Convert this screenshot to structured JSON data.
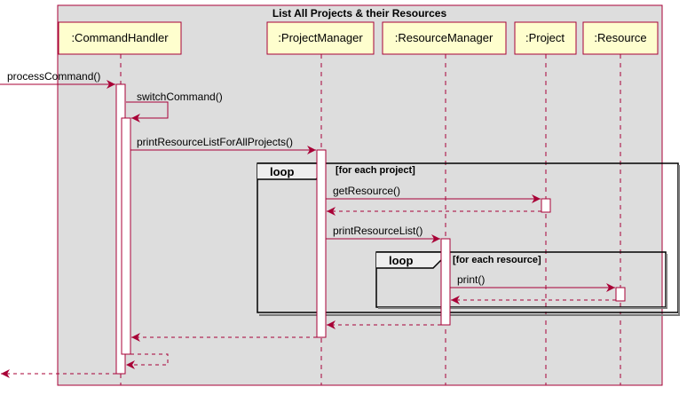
{
  "box": {
    "title": "List All Projects & their Resources"
  },
  "participants": {
    "command_handler": ":CommandHandler",
    "project_manager": ":ProjectManager",
    "resource_manager": ":ResourceManager",
    "project": ":Project",
    "resource": ":Resource"
  },
  "messages": {
    "process_command": "processCommand()",
    "switch_command": "switchCommand()",
    "print_all": "printResourceListForAllProjects()",
    "get_resource": "getResource()",
    "print_resource_list": "printResourceList()",
    "print": "print()"
  },
  "loops": {
    "outer_keyword": "loop",
    "outer_guard": "[for each project]",
    "inner_keyword": "loop",
    "inner_guard": "[for each resource]"
  },
  "colors": {
    "box_fill": "#dddddd",
    "box_border": "#a80036",
    "participant_fill": "#fefece",
    "arrow": "#a80036",
    "loop_border": "#000000"
  }
}
